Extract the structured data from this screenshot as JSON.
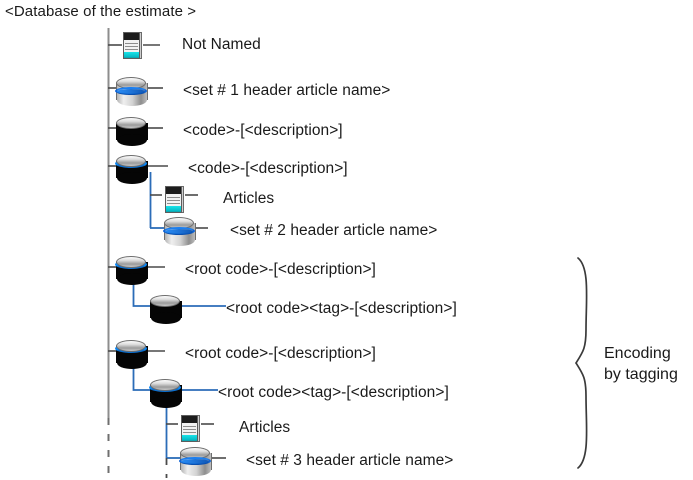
{
  "diagram": {
    "title": "<Database of the estimate >",
    "annotation": {
      "line1": "Encoding",
      "line2": "by tagging"
    },
    "colors": {
      "trunk_line": "#8d8d8d",
      "branch_line": "#2b6cb8",
      "stub_line": "#4a4a4a",
      "text": "#1a1a1a",
      "db_band_blue": "#0d63d6",
      "doc_cyan": "#19e3e8"
    },
    "nodes": [
      {
        "icon": "document-icon",
        "label": "Not Named",
        "level": 0
      },
      {
        "icon": "database-silver-icon",
        "label": "<set # 1 header article name>",
        "level": 0
      },
      {
        "icon": "database-black-icon",
        "label": "<code>-[<description>]",
        "level": 0
      },
      {
        "icon": "database-blackring-icon",
        "label": "<code>-[<description>]",
        "level": 0
      },
      {
        "icon": "document-icon",
        "label": "Articles",
        "level": 1
      },
      {
        "icon": "database-silver-icon",
        "label": "<set # 2 header article name>",
        "level": 1
      },
      {
        "icon": "database-blackring-icon",
        "label": "<root code>-[<description>]",
        "level": 0
      },
      {
        "icon": "database-black-icon",
        "label": "<root code><tag>-[<description>]",
        "level": 1
      },
      {
        "icon": "database-blackring-icon",
        "label": "<root code>-[<description>]",
        "level": 0
      },
      {
        "icon": "database-black-icon",
        "label": "<root code><tag>-[<description>]",
        "level": 1
      },
      {
        "icon": "document-icon",
        "label": "Articles",
        "level": 2
      },
      {
        "icon": "database-silver-icon",
        "label": "<set # 3 header article name>",
        "level": 2
      }
    ]
  }
}
